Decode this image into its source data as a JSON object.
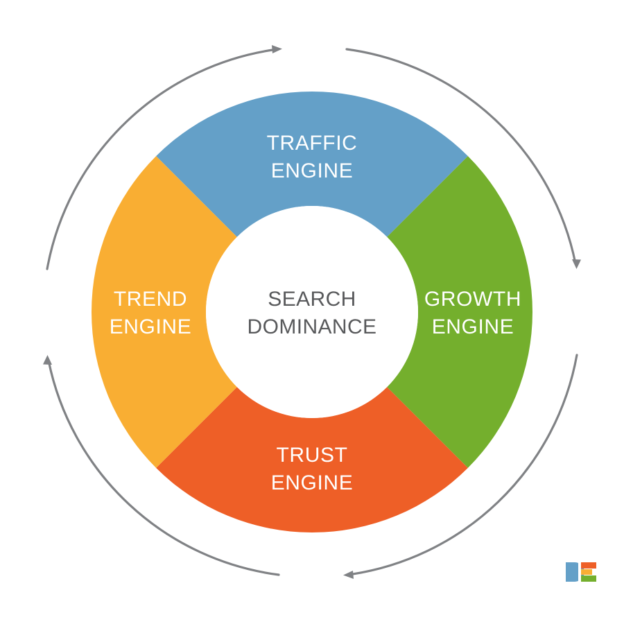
{
  "diagram": {
    "type": "donut-cycle",
    "center": {
      "line1": "SEARCH",
      "line2": "DOMINANCE"
    },
    "segments": [
      {
        "id": "traffic",
        "line1": "TRAFFIC",
        "line2": "ENGINE",
        "color": "#64a0c8",
        "position": "top"
      },
      {
        "id": "growth",
        "line1": "GROWTH",
        "line2": "ENGINE",
        "color": "#74af2d",
        "position": "right"
      },
      {
        "id": "trust",
        "line1": "TRUST",
        "line2": "ENGINE",
        "color": "#ee5f27",
        "position": "bottom"
      },
      {
        "id": "trend",
        "line1": "TREND",
        "line2": "ENGINE",
        "color": "#f9ae33",
        "position": "left"
      }
    ],
    "arrows": {
      "color": "#808285",
      "count": 4,
      "direction": "clockwise",
      "items": [
        {
          "id": "arrow-top",
          "name": "arrow-top-clockwise"
        },
        {
          "id": "arrow-right",
          "name": "arrow-right-clockwise"
        },
        {
          "id": "arrow-bottom",
          "name": "arrow-bottom-clockwise"
        },
        {
          "id": "arrow-left",
          "name": "arrow-left-clockwise"
        }
      ]
    }
  },
  "logo": {
    "name": "de-logo",
    "letters": "DE",
    "colors": {
      "d": "#64a0c8",
      "e_top": "#ee5f27",
      "e_middle": "#f9ae33",
      "e_bottom": "#74af2d"
    }
  }
}
